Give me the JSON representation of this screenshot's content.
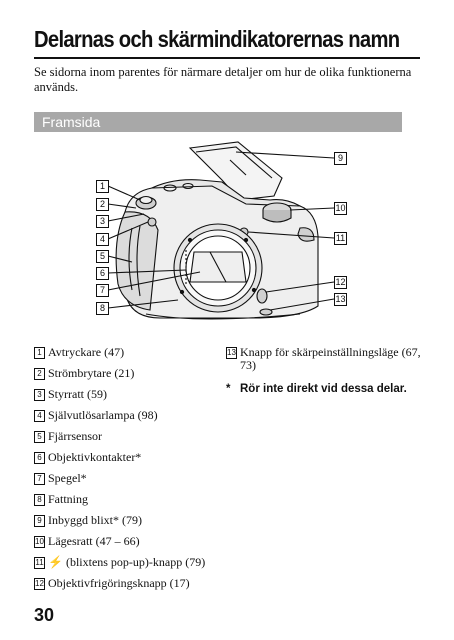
{
  "page": {
    "title": "Delarnas och skärmindikatorernas namn",
    "intro": "Se sidorna inom parentes för närmare detaljer om hur de olika funktionerna används.",
    "section_title": "Framsida",
    "page_number": "30"
  },
  "callouts": {
    "left": [
      "1",
      "2",
      "3",
      "4",
      "5",
      "6",
      "7",
      "8"
    ],
    "right": [
      "9",
      "10",
      "11",
      "12",
      "13"
    ]
  },
  "legend": {
    "left": [
      {
        "num": "1",
        "text": "Avtryckare (47)"
      },
      {
        "num": "2",
        "text": "Strömbrytare (21)"
      },
      {
        "num": "3",
        "text": "Styrratt (59)"
      },
      {
        "num": "4",
        "text": "Självutlösarlampa (98)"
      },
      {
        "num": "5",
        "text": "Fjärrsensor"
      },
      {
        "num": "6",
        "text": "Objektivkontakter*"
      },
      {
        "num": "7",
        "text": "Spegel*"
      },
      {
        "num": "8",
        "text": "Fattning"
      },
      {
        "num": "9",
        "text": "Inbyggd blixt* (79)"
      },
      {
        "num": "10",
        "text": "Lägesratt (47 – 66)"
      },
      {
        "num": "11",
        "text": "⚡ (blixtens pop-up)-knapp (79)"
      },
      {
        "num": "12",
        "text": "Objektivfrigöringsknapp (17)"
      }
    ],
    "right": [
      {
        "num": "13",
        "text": "Knapp för skärpeinställningsläge (67, 73)"
      }
    ]
  },
  "note": {
    "marker": "*",
    "text": "Rör inte direkt vid dessa delar."
  },
  "icons": {
    "camera": "camera-front-illustration"
  }
}
